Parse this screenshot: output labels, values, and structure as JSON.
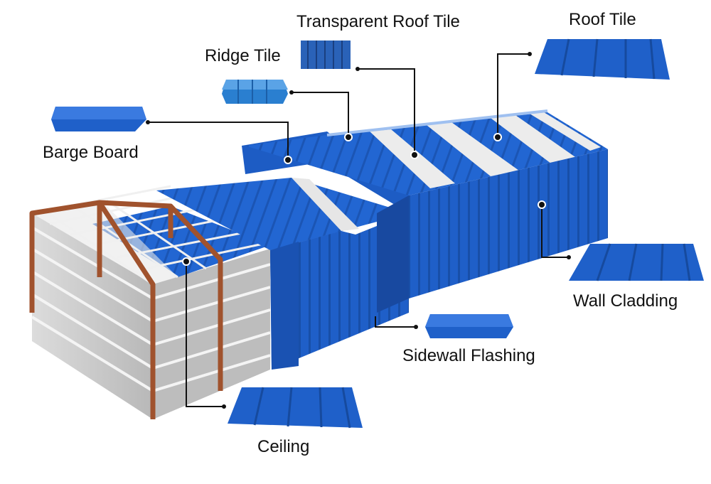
{
  "labels": {
    "transparent_roof_tile": "Transparent Roof Tile",
    "roof_tile": "Roof Tile",
    "ridge_tile": "Ridge Tile",
    "barge_board": "Barge Board",
    "wall_cladding": "Wall Cladding",
    "sidewall_flashing": "Sidewall Flashing",
    "ceiling": "Ceiling"
  },
  "colors": {
    "sheet_blue": "#1f5fc8",
    "sheet_blue_dark": "#164a9e",
    "sheet_blue_light": "#3a7ae0",
    "steel_frame": "#a0522d",
    "transparent_panel": "#e4e4e4",
    "leader_line": "#111111",
    "insulation_grey": "#c8c8c8"
  }
}
